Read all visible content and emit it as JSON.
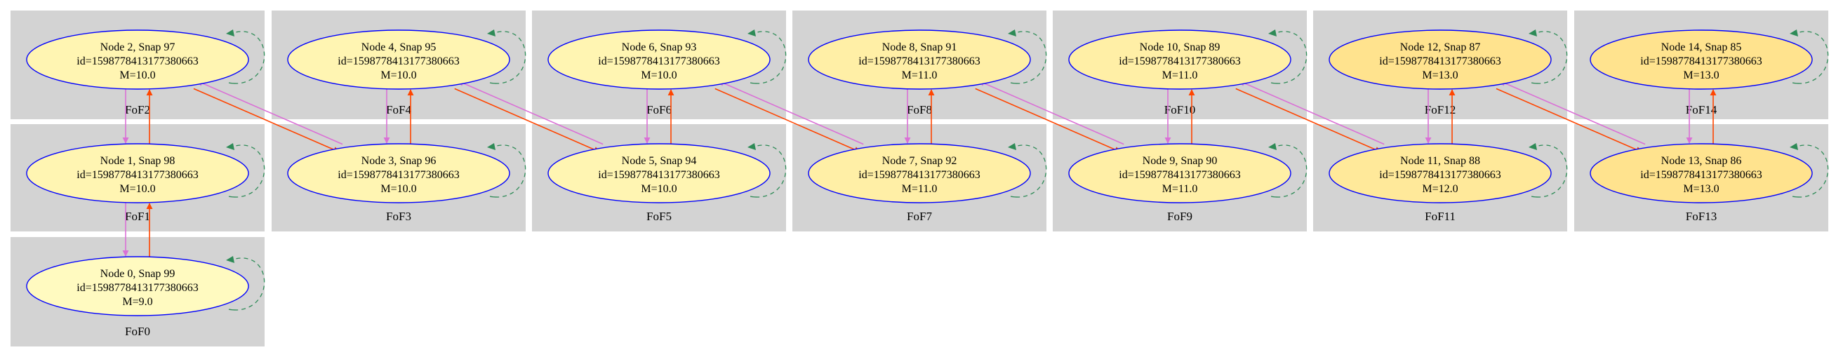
{
  "colors": {
    "cluster_bg": "#d3d3d3",
    "node_border": "#0000ff",
    "edge_up": "#ff4500",
    "edge_down": "#da70d6",
    "self_loop": "#2e8b57"
  },
  "clusters": [
    {
      "id": "FoF0",
      "label": "FoF0"
    },
    {
      "id": "FoF1",
      "label": "FoF1"
    },
    {
      "id": "FoF2",
      "label": "FoF2"
    },
    {
      "id": "FoF3",
      "label": "FoF3"
    },
    {
      "id": "FoF4",
      "label": "FoF4"
    },
    {
      "id": "FoF5",
      "label": "FoF5"
    },
    {
      "id": "FoF6",
      "label": "FoF6"
    },
    {
      "id": "FoF7",
      "label": "FoF7"
    },
    {
      "id": "FoF8",
      "label": "FoF8"
    },
    {
      "id": "FoF9",
      "label": "FoF9"
    },
    {
      "id": "FoF10",
      "label": "FoF10"
    },
    {
      "id": "FoF11",
      "label": "FoF11"
    },
    {
      "id": "FoF12",
      "label": "FoF12"
    },
    {
      "id": "FoF13",
      "label": "FoF13"
    },
    {
      "id": "FoF14",
      "label": "FoF14"
    }
  ],
  "nodes": [
    {
      "id": 0,
      "title": "Node 0, Snap 99",
      "id_text": "id=1598778413177380663",
      "mass": "M=9.0",
      "fill": "#fffac0"
    },
    {
      "id": 1,
      "title": "Node 1, Snap 98",
      "id_text": "id=1598778413177380663",
      "mass": "M=10.0",
      "fill": "#fff5b2"
    },
    {
      "id": 2,
      "title": "Node 2, Snap 97",
      "id_text": "id=1598778413177380663",
      "mass": "M=10.0",
      "fill": "#fff5b2"
    },
    {
      "id": 3,
      "title": "Node 3, Snap 96",
      "id_text": "id=1598778413177380663",
      "mass": "M=10.0",
      "fill": "#fff5b2"
    },
    {
      "id": 4,
      "title": "Node 4, Snap 95",
      "id_text": "id=1598778413177380663",
      "mass": "M=10.0",
      "fill": "#fff5b2"
    },
    {
      "id": 5,
      "title": "Node 5, Snap 94",
      "id_text": "id=1598778413177380663",
      "mass": "M=10.0",
      "fill": "#fff5b2"
    },
    {
      "id": 6,
      "title": "Node 6, Snap 93",
      "id_text": "id=1598778413177380663",
      "mass": "M=10.0",
      "fill": "#fff5b2"
    },
    {
      "id": 7,
      "title": "Node 7, Snap 92",
      "id_text": "id=1598778413177380663",
      "mass": "M=11.0",
      "fill": "#ffefa6"
    },
    {
      "id": 8,
      "title": "Node 8, Snap 91",
      "id_text": "id=1598778413177380663",
      "mass": "M=11.0",
      "fill": "#ffefa6"
    },
    {
      "id": 9,
      "title": "Node 9, Snap 90",
      "id_text": "id=1598778413177380663",
      "mass": "M=11.0",
      "fill": "#ffefa6"
    },
    {
      "id": 10,
      "title": "Node 10, Snap 89",
      "id_text": "id=1598778413177380663",
      "mass": "M=11.0",
      "fill": "#ffefa6"
    },
    {
      "id": 11,
      "title": "Node 11, Snap 88",
      "id_text": "id=1598778413177380663",
      "mass": "M=12.0",
      "fill": "#ffe99a"
    },
    {
      "id": 12,
      "title": "Node 12, Snap 87",
      "id_text": "id=1598778413177380663",
      "mass": "M=13.0",
      "fill": "#ffe38e"
    },
    {
      "id": 13,
      "title": "Node 13, Snap 86",
      "id_text": "id=1598778413177380663",
      "mass": "M=13.0",
      "fill": "#ffe38e"
    },
    {
      "id": 14,
      "title": "Node 14, Snap 85",
      "id_text": "id=1598778413177380663",
      "mass": "M=13.0",
      "fill": "#ffe38e"
    }
  ],
  "edges": [
    {
      "from": 0,
      "to": 1
    },
    {
      "from": 1,
      "to": 2
    },
    {
      "from": 2,
      "to": 3
    },
    {
      "from": 3,
      "to": 4
    },
    {
      "from": 4,
      "to": 5
    },
    {
      "from": 5,
      "to": 6
    },
    {
      "from": 6,
      "to": 7
    },
    {
      "from": 7,
      "to": 8
    },
    {
      "from": 8,
      "to": 9
    },
    {
      "from": 9,
      "to": 10
    },
    {
      "from": 10,
      "to": 11
    },
    {
      "from": 11,
      "to": 12
    },
    {
      "from": 12,
      "to": 13
    },
    {
      "from": 13,
      "to": 14
    }
  ]
}
